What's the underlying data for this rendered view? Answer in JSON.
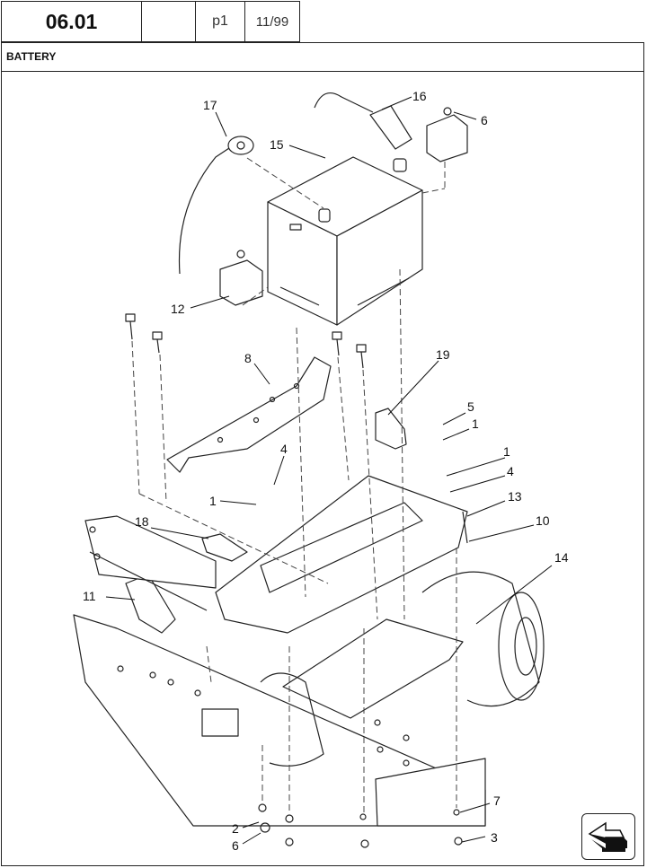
{
  "header": {
    "section_number": "06.01",
    "blank_cell": "",
    "page": "p1",
    "date": "11/99"
  },
  "title": "BATTERY",
  "callouts": [
    {
      "id": "c17",
      "label": "17"
    },
    {
      "id": "c16",
      "label": "16"
    },
    {
      "id": "c6a",
      "label": "6"
    },
    {
      "id": "c15",
      "label": "15"
    },
    {
      "id": "c12",
      "label": "12"
    },
    {
      "id": "c8",
      "label": "8"
    },
    {
      "id": "c19",
      "label": "19"
    },
    {
      "id": "c5",
      "label": "5"
    },
    {
      "id": "c1a",
      "label": "1"
    },
    {
      "id": "c4a",
      "label": "4"
    },
    {
      "id": "c1b",
      "label": "1"
    },
    {
      "id": "c1c",
      "label": "1"
    },
    {
      "id": "c4b",
      "label": "4"
    },
    {
      "id": "c13",
      "label": "13"
    },
    {
      "id": "c10",
      "label": "10"
    },
    {
      "id": "c18",
      "label": "18"
    },
    {
      "id": "c14",
      "label": "14"
    },
    {
      "id": "c11",
      "label": "11"
    },
    {
      "id": "c7",
      "label": "7"
    },
    {
      "id": "c2",
      "label": "2"
    },
    {
      "id": "c3",
      "label": "3"
    },
    {
      "id": "c6b",
      "label": "6"
    }
  ],
  "nav": {
    "next_icon": "next-page-arrow-icon"
  }
}
